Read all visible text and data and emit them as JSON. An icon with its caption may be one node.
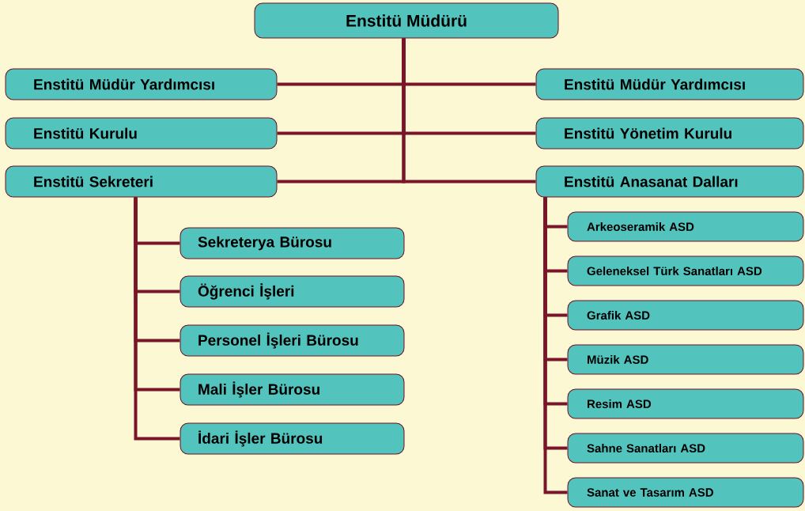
{
  "diagram": {
    "nodes": [
      {
        "text": [
          "Enstitü Müdürü"
        ]
      },
      {
        "text": [
          "Enstitü Müdür Yardımcısı"
        ]
      },
      {
        "text": [
          "Enstitü Müdür Yardımcısı"
        ]
      },
      {
        "text": [
          "Enstitü Kurulu"
        ]
      },
      {
        "text": [
          "Enstitü Yönetim Kurulu"
        ]
      },
      {
        "text": [
          "Enstitü Sekreteri"
        ]
      },
      {
        "text": [
          "Enstitü Anasanat Dalları"
        ]
      },
      {
        "text": [
          "Sekreterya Bürosu"
        ]
      },
      {
        "text": [
          "Öğrenci İşleri"
        ]
      },
      {
        "text": [
          "Personel İşleri Bürosu"
        ]
      },
      {
        "text": [
          "Mali İşler Bürosu"
        ]
      },
      {
        "text": [
          "İdari İşler Bürosu"
        ]
      },
      {
        "text": [
          "Arkeoseramik ASD"
        ]
      },
      {
        "text": [
          "Geleneksel Türk Sanatları ASD"
        ]
      },
      {
        "text": [
          "Grafik ASD"
        ]
      },
      {
        "text": [
          "Müzik ASD"
        ]
      },
      {
        "text": [
          "Resim ASD"
        ]
      },
      {
        "text": [
          "Sahne Sanatları ASD"
        ]
      },
      {
        "text": [
          "Sanat ve Tasarım ASD"
        ]
      }
    ],
    "edges": [
      {
        "from": 0,
        "to": 1,
        "arrow": "none"
      },
      {
        "from": 0,
        "to": 2,
        "arrow": "none"
      },
      {
        "from": 0,
        "to": 3,
        "arrow": "none"
      },
      {
        "from": 0,
        "to": 4,
        "arrow": "none"
      },
      {
        "from": 0,
        "to": 5,
        "arrow": "none"
      },
      {
        "from": 0,
        "to": 6,
        "arrow": "none"
      },
      {
        "from": 5,
        "to": 7,
        "arrow": "none"
      },
      {
        "from": 5,
        "to": 8,
        "arrow": "none"
      },
      {
        "from": 5,
        "to": 9,
        "arrow": "none"
      },
      {
        "from": 5,
        "to": 10,
        "arrow": "none"
      },
      {
        "from": 5,
        "to": 11,
        "arrow": "none"
      },
      {
        "from": 6,
        "to": 12,
        "arrow": "none"
      },
      {
        "from": 6,
        "to": 13,
        "arrow": "none"
      },
      {
        "from": 6,
        "to": 14,
        "arrow": "none"
      },
      {
        "from": 6,
        "to": 15,
        "arrow": "none"
      },
      {
        "from": 6,
        "to": 16,
        "arrow": "none"
      },
      {
        "from": 6,
        "to": 17,
        "arrow": "none"
      },
      {
        "from": 6,
        "to": 18,
        "arrow": "none"
      }
    ]
  }
}
